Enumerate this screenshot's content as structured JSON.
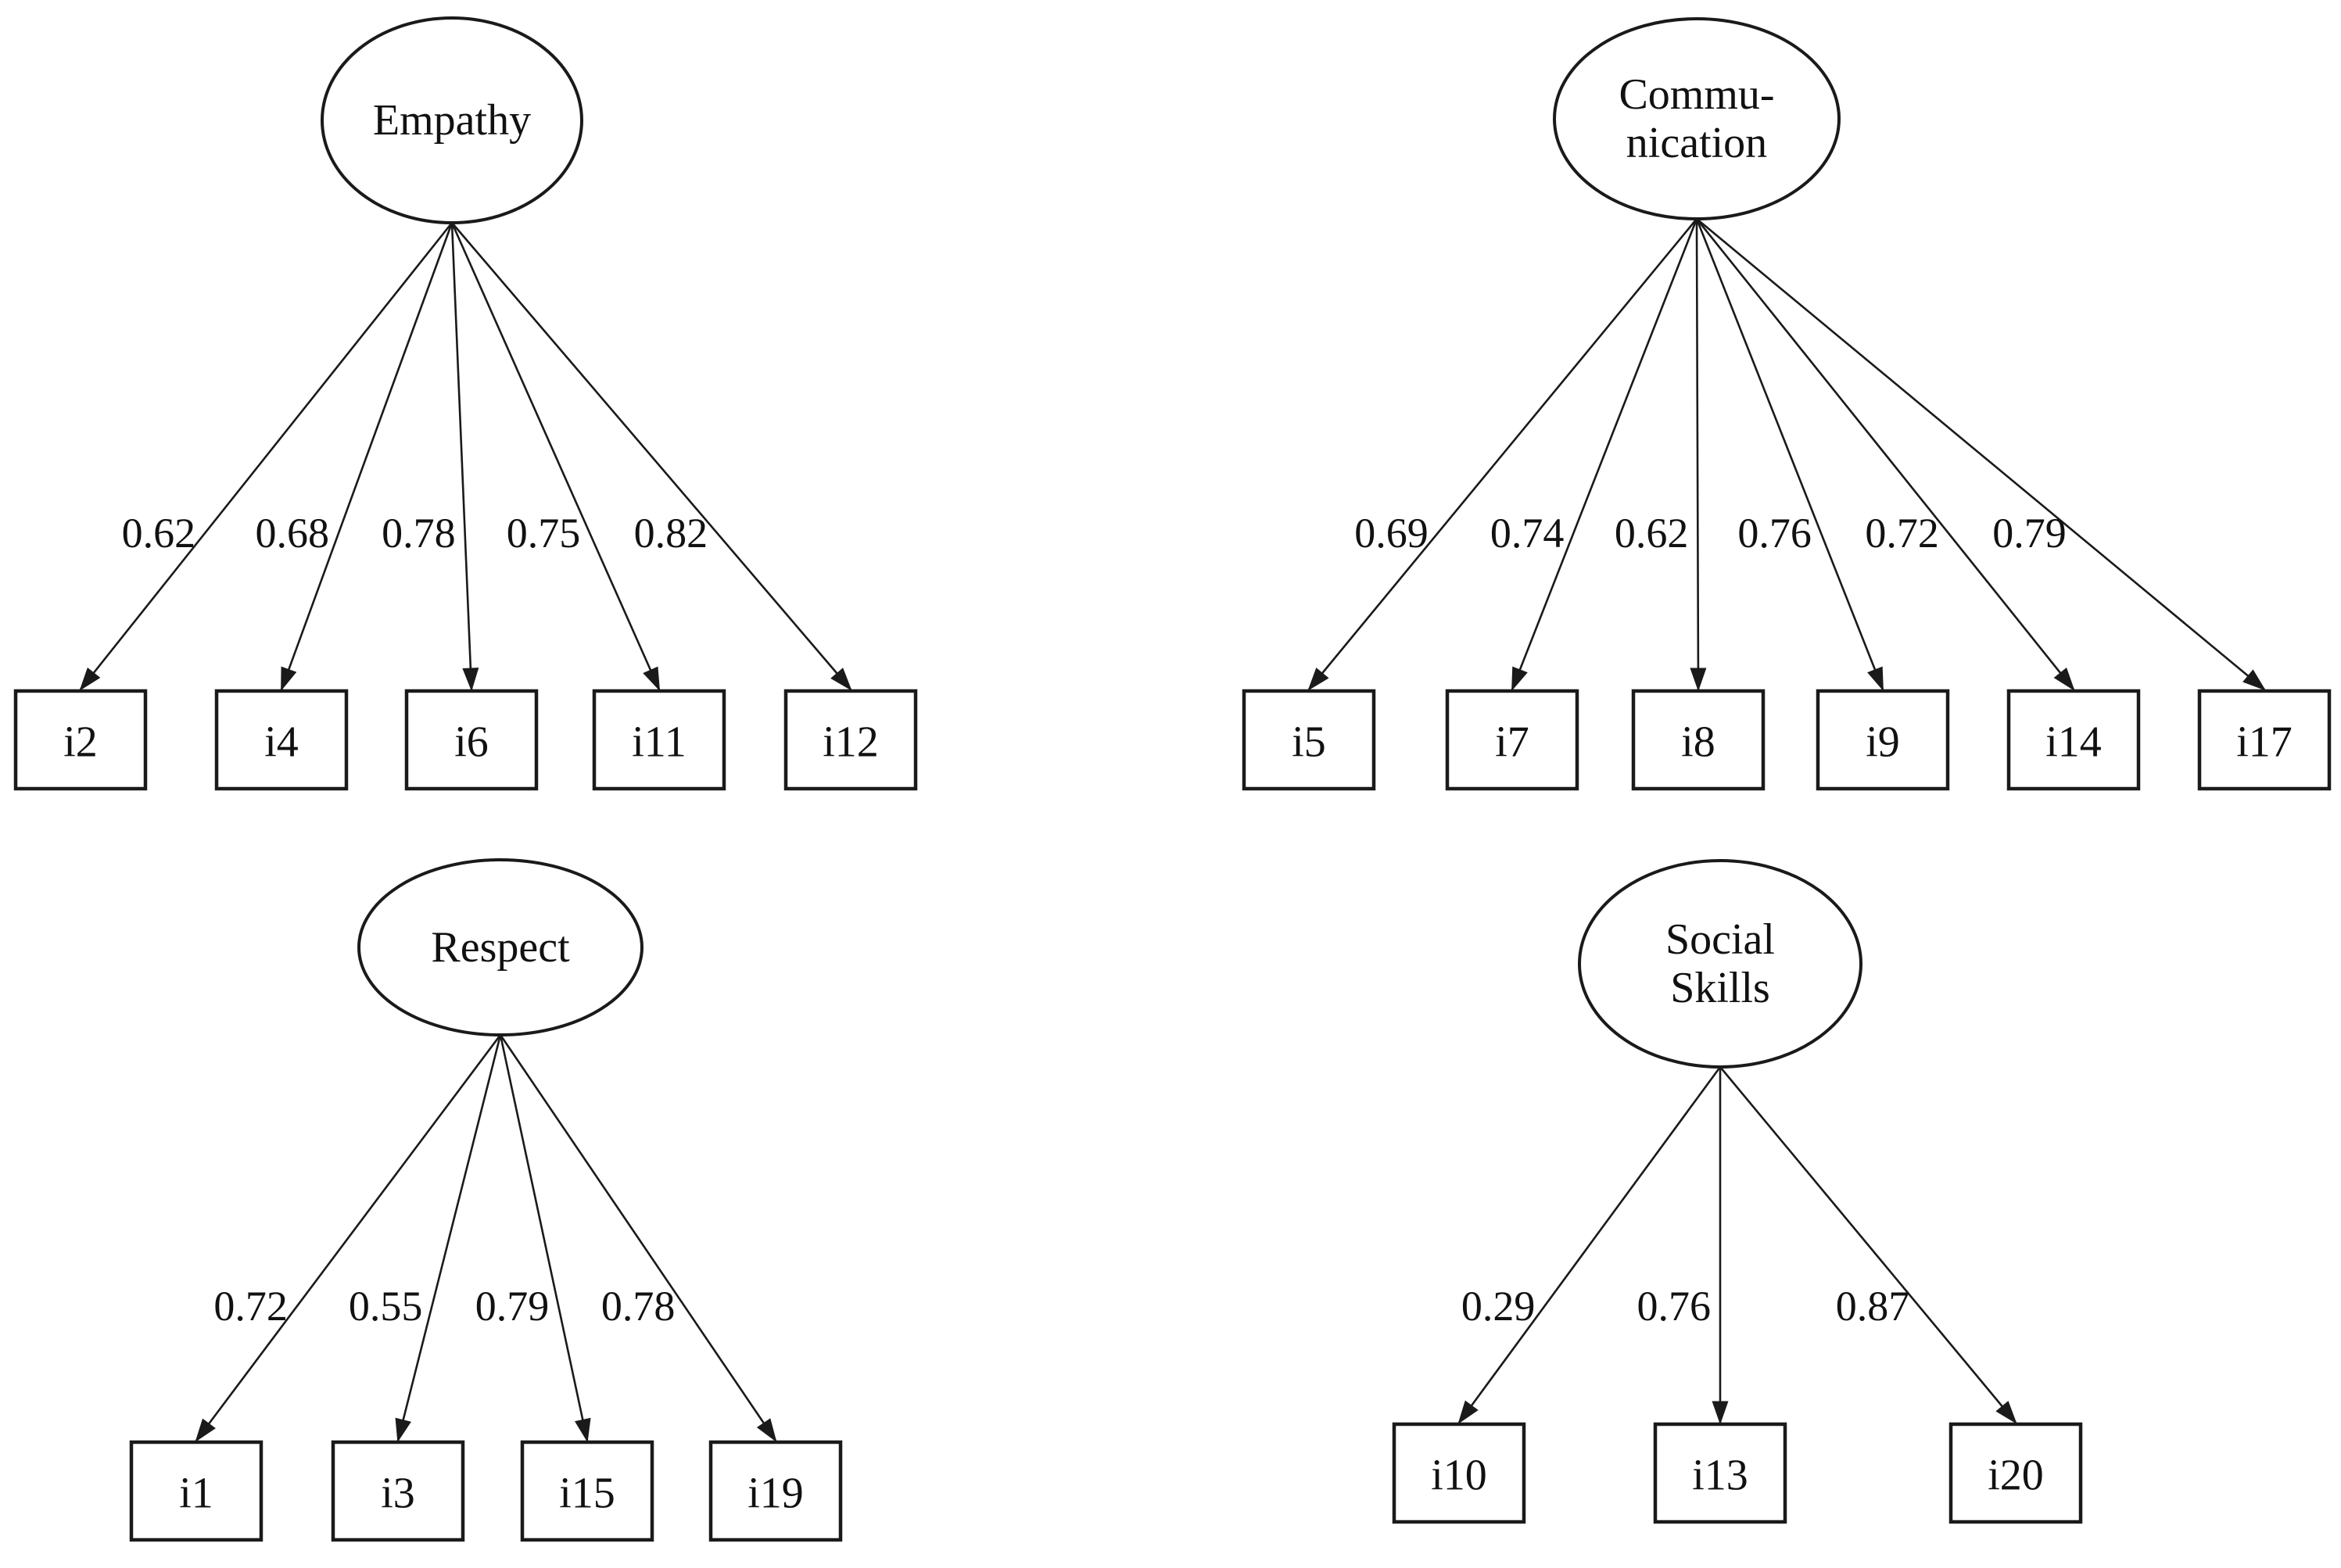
{
  "diagram": {
    "type": "confirmatory-factor-analysis-path-diagram",
    "colors": {
      "ink": "#1a1a1a",
      "background": "#ffffff"
    },
    "factors": [
      {
        "name": "Empathy",
        "label_lines": [
          "Empathy"
        ],
        "items": [
          {
            "id": "i2",
            "loading": "0.62"
          },
          {
            "id": "i4",
            "loading": "0.68"
          },
          {
            "id": "i6",
            "loading": "0.78"
          },
          {
            "id": "i11",
            "loading": "0.75"
          },
          {
            "id": "i12",
            "loading": "0.82"
          }
        ]
      },
      {
        "name": "Communication",
        "label_lines": [
          "Commu-",
          "nication"
        ],
        "items": [
          {
            "id": "i5",
            "loading": "0.69"
          },
          {
            "id": "i7",
            "loading": "0.74"
          },
          {
            "id": "i8",
            "loading": "0.62"
          },
          {
            "id": "i9",
            "loading": "0.76"
          },
          {
            "id": "i14",
            "loading": "0.72"
          },
          {
            "id": "i17",
            "loading": "0.79"
          }
        ]
      },
      {
        "name": "Respect",
        "label_lines": [
          "Respect"
        ],
        "items": [
          {
            "id": "i1",
            "loading": "0.72"
          },
          {
            "id": "i3",
            "loading": "0.55"
          },
          {
            "id": "i15",
            "loading": "0.79"
          },
          {
            "id": "i19",
            "loading": "0.78"
          }
        ]
      },
      {
        "name": "Social Skills",
        "label_lines": [
          "Social",
          "Skills"
        ],
        "items": [
          {
            "id": "i10",
            "loading": "0.29"
          },
          {
            "id": "i13",
            "loading": "0.76"
          },
          {
            "id": "i20",
            "loading": "0.87"
          }
        ]
      }
    ]
  }
}
